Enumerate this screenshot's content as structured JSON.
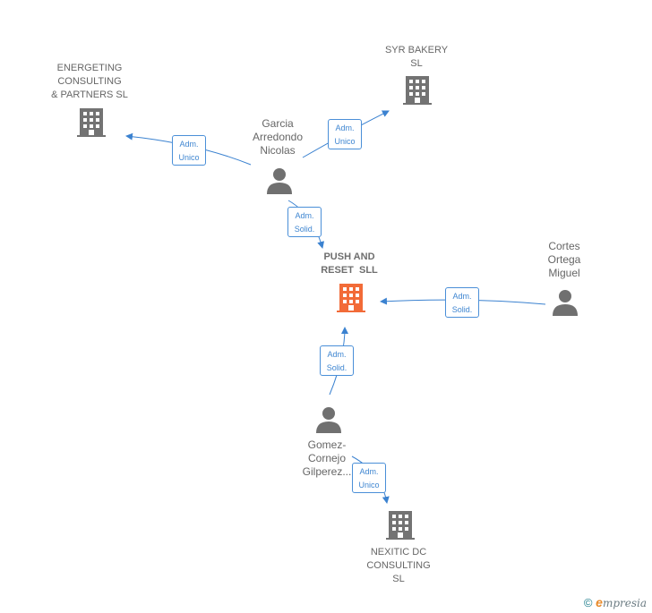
{
  "colors": {
    "edge": "#3b82d0",
    "person_icon": "#707070",
    "company_icon": "#737373",
    "center_icon": "#f26b38",
    "label_text": "#666666"
  },
  "nodes": {
    "energeting": {
      "lines": [
        "ENERGETING",
        "CONSULTING",
        "& PARTNERS SL"
      ]
    },
    "syr": {
      "lines": [
        "SYR BAKERY",
        "SL"
      ]
    },
    "garcia": {
      "lines": [
        "Garcia",
        "Arredondo",
        "Nicolas"
      ]
    },
    "push": {
      "lines": [
        "PUSH AND",
        "RESET  SLL"
      ]
    },
    "cortes": {
      "lines": [
        "Cortes",
        "Ortega",
        "Miguel"
      ]
    },
    "gomez": {
      "lines": [
        "Gomez-",
        "Cornejo",
        "Gilperez..."
      ]
    },
    "nexitic": {
      "lines": [
        "NEXITIC DC",
        "CONSULTING",
        "SL"
      ]
    }
  },
  "roles": {
    "garcia_energeting": [
      "Adm.",
      "Unico"
    ],
    "garcia_syr": [
      "Adm.",
      "Unico"
    ],
    "garcia_push": [
      "Adm.",
      "Solid."
    ],
    "cortes_push": [
      "Adm.",
      "Solid."
    ],
    "gomez_push": [
      "Adm.",
      "Solid."
    ],
    "gomez_nexitic": [
      "Adm.",
      "Unico"
    ]
  },
  "footer": {
    "copyright": "©",
    "brand_initial": "e",
    "brand_rest": "mpresia"
  }
}
